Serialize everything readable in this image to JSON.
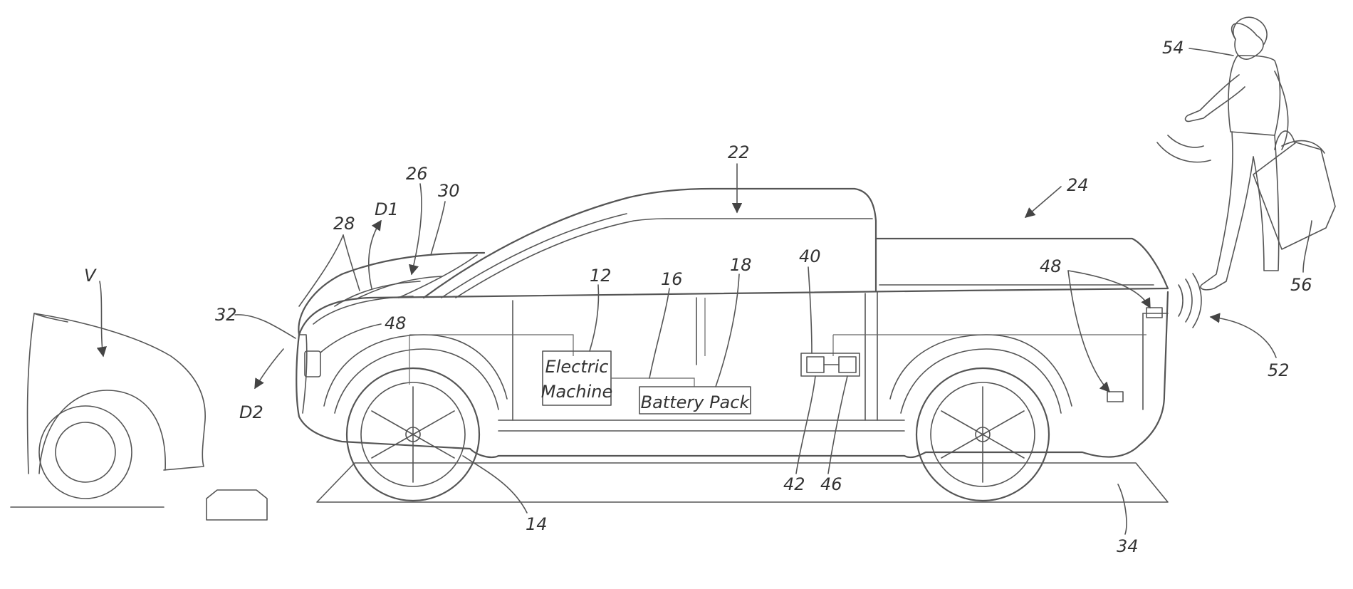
{
  "labels": {
    "vehicle_other": "V",
    "ref_12": "12",
    "ref_14": "14",
    "ref_16": "16",
    "ref_18": "18",
    "ref_22": "22",
    "ref_24": "24",
    "ref_26": "26",
    "ref_28": "28",
    "ref_30": "30",
    "ref_32": "32",
    "ref_34": "34",
    "ref_40": "40",
    "ref_42": "42",
    "ref_46": "46",
    "ref_48_front": "48",
    "ref_48_rear": "48",
    "ref_52": "52",
    "ref_54": "54",
    "ref_56": "56",
    "dir_d1": "D1",
    "dir_d2": "D2"
  },
  "boxes": {
    "electric_machine_line1": "Electric",
    "electric_machine_line2": "Machine",
    "battery_pack": "Battery Pack"
  },
  "colors": {
    "line": "#555555",
    "text": "#333333",
    "background": "#ffffff"
  }
}
